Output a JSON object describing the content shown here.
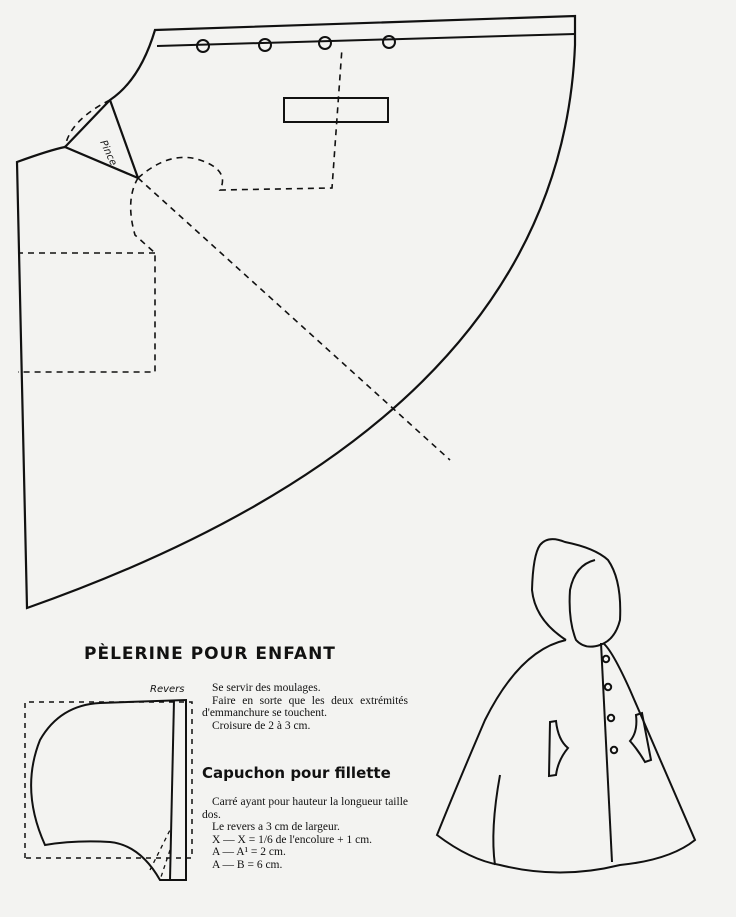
{
  "pattern": {
    "dart_label": "Pince",
    "revers_label": "Revers"
  },
  "cape": {
    "title": "PÈLERINE POUR ENFANT",
    "instructions": [
      "Se servir des moulages.",
      "Faire en sorte que les deux extrémités d'emmanchure se touchent.",
      "Croisure de 2 à 3 cm."
    ]
  },
  "hood": {
    "title": "Capuchon pour fillette",
    "instructions": [
      "Carré ayant pour hauteur la longueur taille dos.",
      "Le revers a 3 cm de largeur.",
      "X — X = 1/6 de l'encolure + 1 cm.",
      "A — A¹ = 2 cm.",
      "A — B = 6 cm."
    ]
  }
}
